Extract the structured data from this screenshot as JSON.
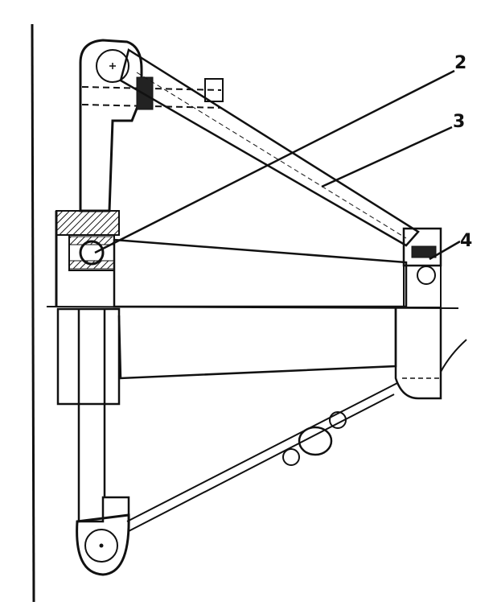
{
  "diagram": {
    "callouts": [
      {
        "id": "2",
        "label": "2"
      },
      {
        "id": "3",
        "label": "3"
      },
      {
        "id": "4",
        "label": "4"
      }
    ],
    "colors": {
      "ink": "#111111",
      "paper": "#ffffff"
    }
  }
}
